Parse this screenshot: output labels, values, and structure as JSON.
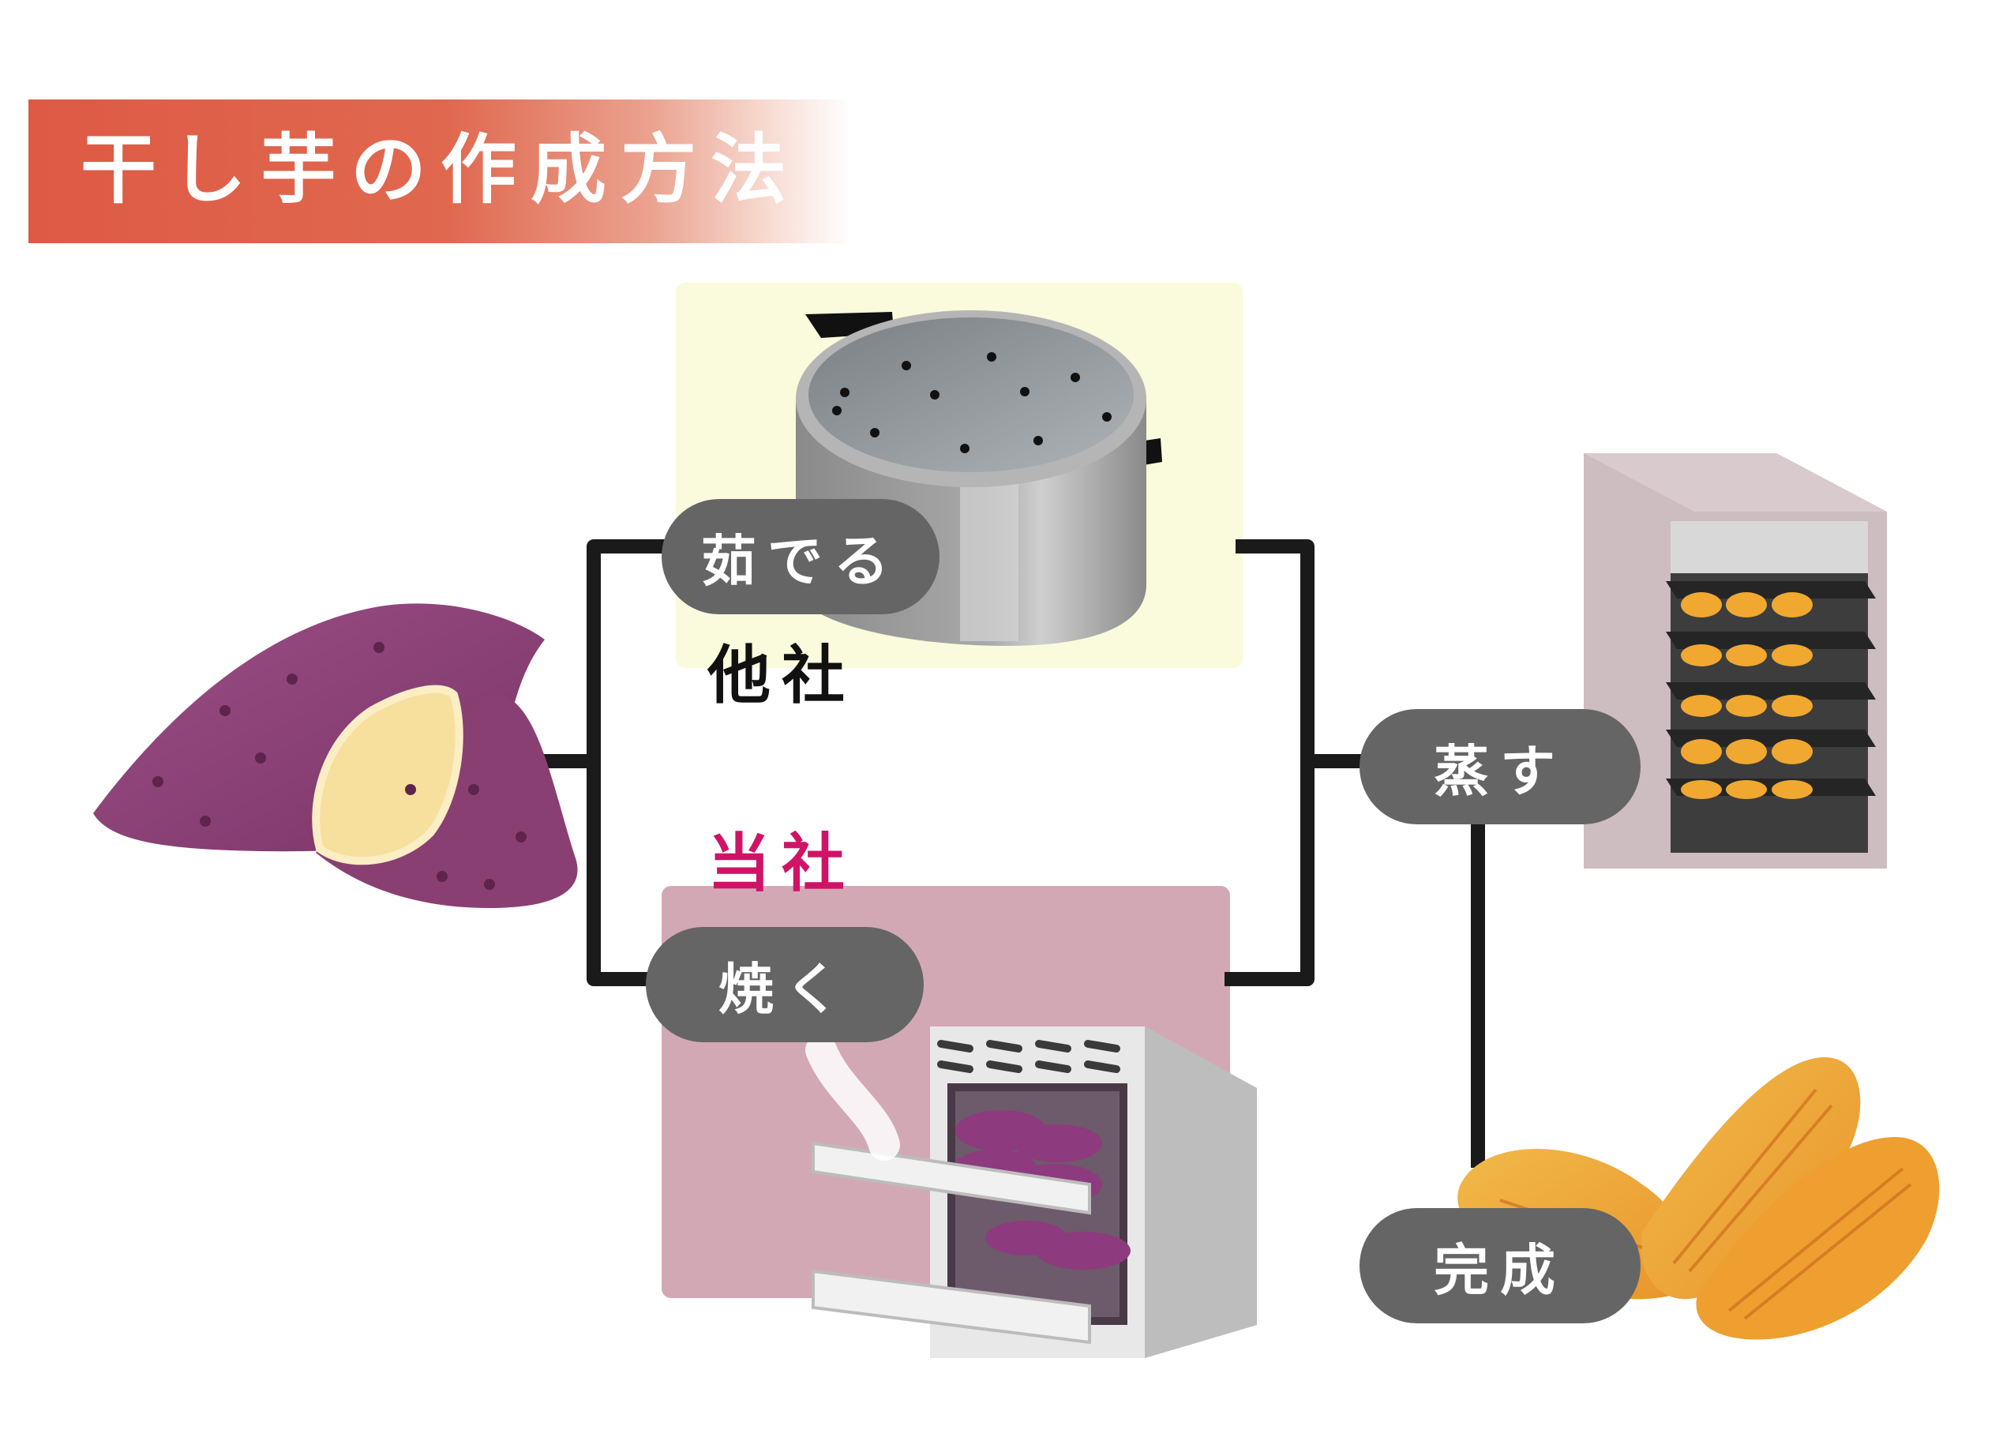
{
  "title": "干し芋の作成方法",
  "steps": {
    "boil": "茹でる",
    "bake": "焼く",
    "steam": "蒸す",
    "done": "完成"
  },
  "companies": {
    "other": "他社",
    "ours": "当社"
  },
  "colors": {
    "title_band": "#de5a44",
    "step_pill": "#656565",
    "other_company_text": "#111111",
    "our_company_text": "#cf1467",
    "boil_panel": "#fafadc",
    "bake_panel": "#d3a8b5",
    "connector": "#1a1a1a"
  },
  "icons": [
    "sweet-potato-icon",
    "pot-icon",
    "oven-icon",
    "dehydrator-icon",
    "dried-potato-icon"
  ]
}
